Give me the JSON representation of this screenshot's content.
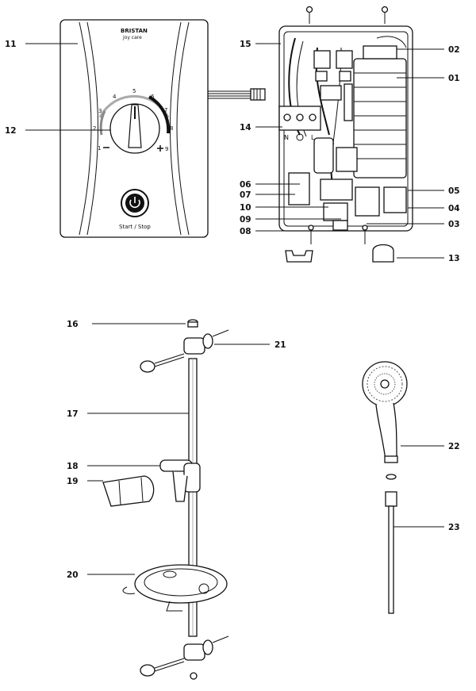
{
  "brand": {
    "name": "BRISTAN",
    "model": "joy care"
  },
  "dial": {
    "numbers": [
      "1",
      "2",
      "3",
      "4",
      "5",
      "6",
      "7",
      "8",
      "9"
    ],
    "minus": "–",
    "plus": "+"
  },
  "button_label": "Start / Stop",
  "terminal_labels": {
    "n": "N",
    "l": "L"
  },
  "part_labels": {
    "p01": "01",
    "p02": "02",
    "p03": "03",
    "p04": "04",
    "p05": "05",
    "p06": "06",
    "p07": "07",
    "p08": "08",
    "p09": "09",
    "p10": "10",
    "p11": "11",
    "p12": "12",
    "p13": "13",
    "p14": "14",
    "p15": "15",
    "p16": "16",
    "p17": "17",
    "p18": "18",
    "p19": "19",
    "p20": "20",
    "p21": "21",
    "p22": "22",
    "p23": "23"
  }
}
